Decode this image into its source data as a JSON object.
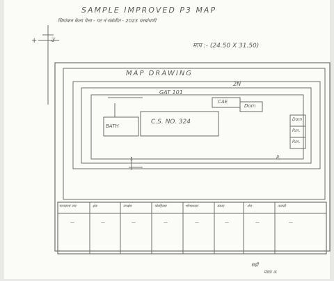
{
  "header": {
    "title": "SAMPLE IMPROVED P3 MAP",
    "subtitle": "सिमांकन केला गेला - गट नं संबंधीत - 2023 घरबांधणी",
    "scale_text": "माप :- (24.50 X 31.50)"
  },
  "north": {
    "label": "उ",
    "sign": "+"
  },
  "drawing": {
    "title": "MAP DRAWING",
    "top_road_label": "GAT 101",
    "north_label": "2N",
    "cs_label": "C.S. NO. 324",
    "left_room": "BATH",
    "top_box_1": "CAE",
    "top_box_2": "Dom",
    "right_boxes": [
      "Dom",
      "Rm.",
      "Rm."
    ],
    "bottom_left_label": "1",
    "bottom_right_label": "P."
  },
  "table": {
    "headers": [
      "मालकाचे नाव",
      "क्षेत्र",
      "उपक्षेत्र",
      "पोटहिस्सा",
      "भोगवटदार",
      "प्रकार",
      "शेरा",
      "तलाठी"
    ],
    "row": [
      "—",
      "—",
      "—",
      "—",
      "—",
      "—",
      "—",
      "—"
    ]
  },
  "signature": {
    "line1": "सही",
    "line2": "मंडळ अ."
  }
}
